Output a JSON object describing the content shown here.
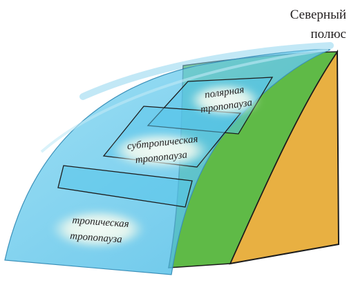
{
  "pole_label": {
    "line1": "Северный",
    "line2": "полюс"
  },
  "tropopause_labels": {
    "polar": [
      "полярная",
      "тропопауза"
    ],
    "subtropical": [
      "субтропическая",
      "тропопауза"
    ],
    "tropical": [
      "тропическая",
      "тропопауза"
    ]
  },
  "colors": {
    "earth_section": "#e8b042",
    "stratosphere": "#5fba47",
    "troposphere_sheet": "#5cc8ec",
    "outline": "#1c1c1c",
    "label_glow": "#f4fbf6"
  }
}
